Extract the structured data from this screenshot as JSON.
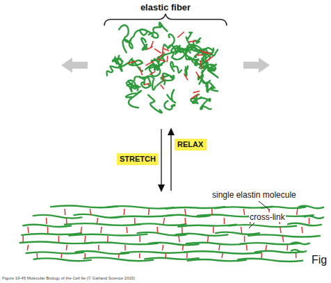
{
  "diagram": {
    "caption": "Figure 19-45 Molecular Biology of the Cell 6e (© Garland Science 2015)",
    "nodes": [
      {
        "text": [
          "STRETCH"
        ]
      },
      {
        "text": [
          "RELAX"
        ]
      }
    ],
    "labels": [
      "elastic fiber",
      "single elastin molecule",
      "cross-link",
      "Fig"
    ]
  }
}
